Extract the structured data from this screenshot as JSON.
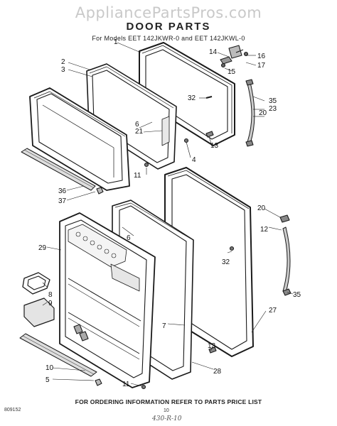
{
  "watermark": "AppliancePartsPros.com",
  "title": "DOOR PARTS",
  "subtitle": "For Models EET 142JKWR-0 and EET 142JKWL-0",
  "footer": "FOR ORDERING INFORMATION REFER TO PARTS PRICE LIST",
  "doc_code": "809152",
  "page_number": "10",
  "handwritten_note": "430-R-10",
  "callouts": [
    "1",
    "2",
    "3",
    "4",
    "5",
    "6",
    "6",
    "7",
    "8",
    "9",
    "10",
    "11",
    "11",
    "12",
    "13",
    "13",
    "14",
    "15",
    "16",
    "17",
    "20",
    "20",
    "21",
    "23",
    "27",
    "28",
    "29",
    "32",
    "32",
    "35",
    "35",
    "36",
    "37"
  ]
}
